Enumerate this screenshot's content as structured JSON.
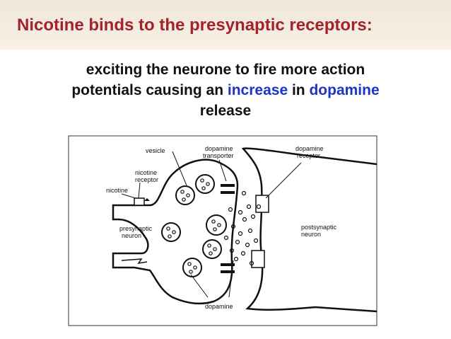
{
  "slide": {
    "title": "Nicotine binds to the presynaptic receptors:",
    "line1": "exciting the neurone to fire more action",
    "line2_a": "potentials causing an ",
    "line2_increase": "increase",
    "line2_b": " in ",
    "line2_dopamine": "dopamine",
    "line3": "release"
  },
  "diagram": {
    "labels": {
      "vesicle": "vesicle",
      "dopamine_transporter_1": "dopamine",
      "dopamine_transporter_2": "transporter",
      "dopamine_receptor_1": "dopamine",
      "dopamine_receptor_2": "receptor",
      "nicotine_receptor_1": "nicotine",
      "nicotine_receptor_2": "receptor",
      "nicotine": "nicotine",
      "presynaptic_1": "presynaptic",
      "presynaptic_2": "neuron",
      "postsynaptic_1": "postsynaptic",
      "postsynaptic_2": "neuron",
      "dopamine_bottom": "dopamine"
    }
  },
  "colors": {
    "title": "#a3232a",
    "highlight": "#1f33c9"
  }
}
